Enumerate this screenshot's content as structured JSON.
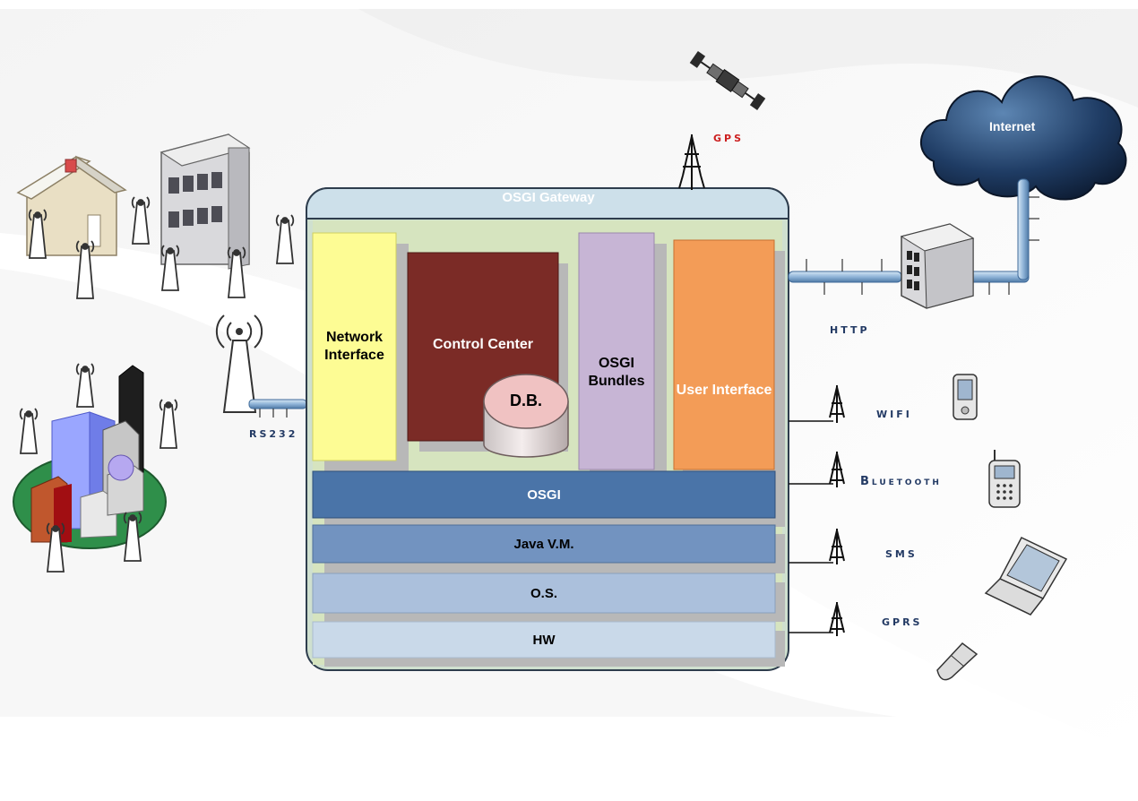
{
  "gateway": {
    "title": "OSGI Gateway",
    "components": {
      "network_interface": "Network Interface",
      "control_center": "Control Center",
      "database": "D.B.",
      "osgi_bundles": "OSGI Bundles",
      "user_interface": "User Interface"
    },
    "layers": [
      "OSGI",
      "Java V.M.",
      "O.S.",
      "HW"
    ]
  },
  "connections": {
    "gps": "GPS",
    "internet": "Internet",
    "http": "HTTP",
    "rs232": "RS232",
    "wifi": "WIFI",
    "bluetooth": "Bluetooth",
    "sms": "SMS",
    "gprs": "GPRS"
  },
  "colors": {
    "gateway_frame": "#cde0ea",
    "network_interface": "#fdfc94",
    "control_center": "#7b2b26",
    "osgi_bundles": "#c7b5d5",
    "user_interface": "#f39c57",
    "layer_osgi": "#4a74a8",
    "layer_jvm": "#7293c0",
    "layer_os": "#abc0dc",
    "layer_hw": "#c9d9e9",
    "gps_label": "#cc1f1f",
    "label_text": "#233a64"
  }
}
